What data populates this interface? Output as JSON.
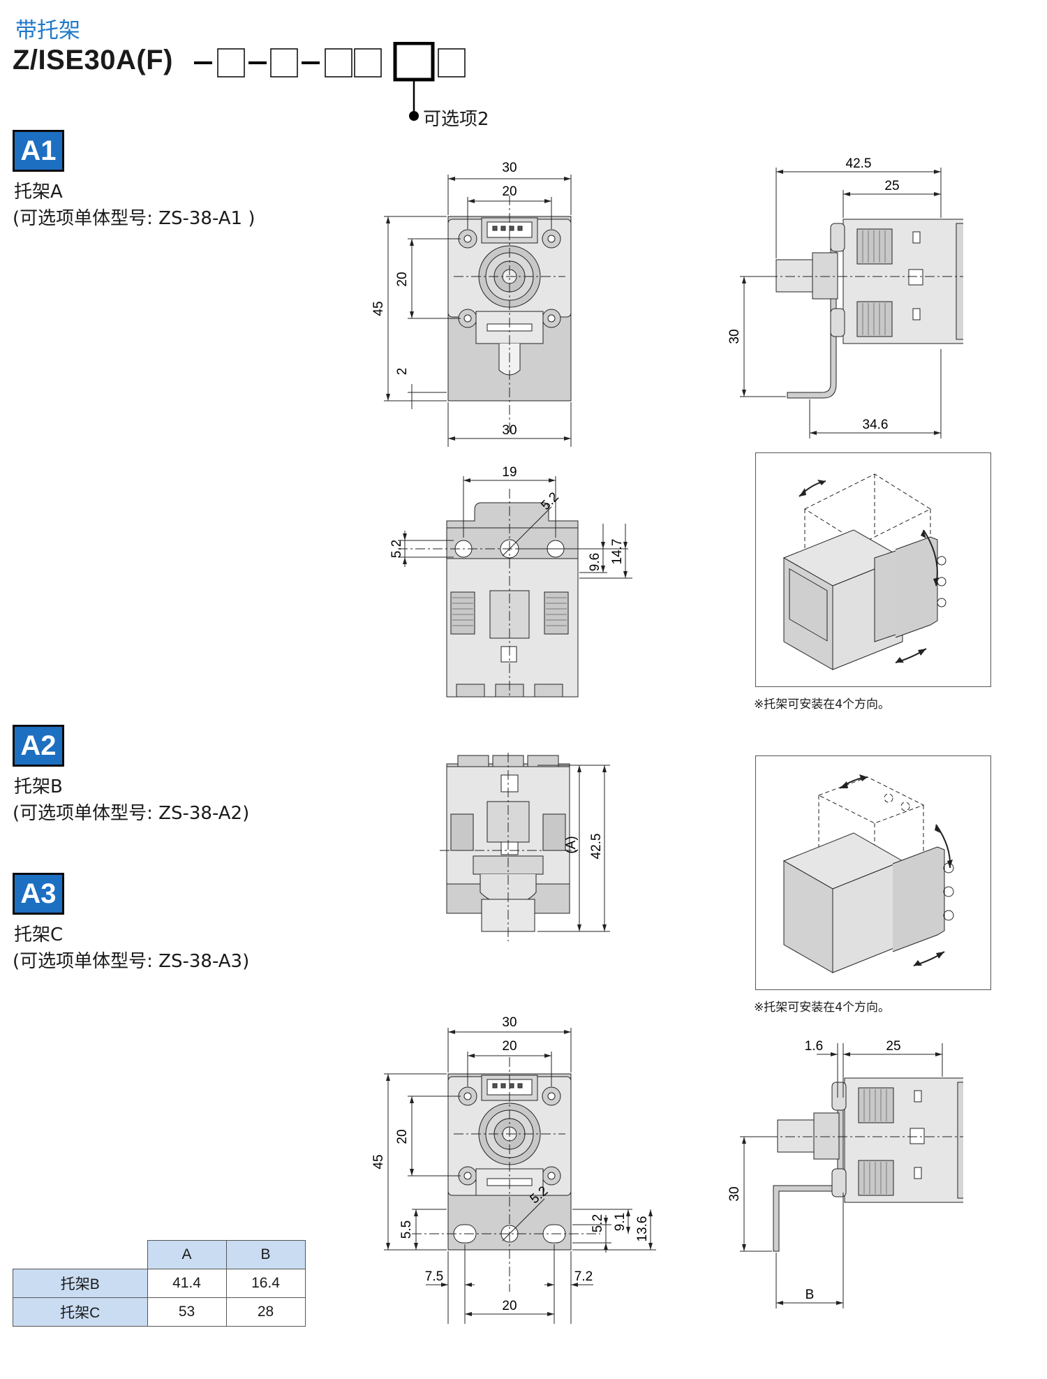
{
  "header": {
    "section_title": "带托架",
    "model": "Z/ISE30A(F)",
    "option_label": "可选项2"
  },
  "sections": [
    {
      "badge": "A1",
      "name": "托架A",
      "part": "(可选项单体型号: ZS-38-A1 )"
    },
    {
      "badge": "A2",
      "name": "托架B",
      "part": "(可选项单体型号: ZS-38-A2)"
    },
    {
      "badge": "A3",
      "name": "托架C",
      "part": "(可选项单体型号: ZS-38-A3)"
    }
  ],
  "notes": {
    "mount_note_1": "※托架可安装在4个方向。",
    "mount_note_2": "※托架可安装在4个方向。"
  },
  "dims": {
    "a1_front": {
      "w_top": "30",
      "w_inner": "20",
      "height": "45",
      "hole_pitch": "20",
      "bottom_gap": "2",
      "w_bottom": "30"
    },
    "a1_side": {
      "depth": "42.5",
      "body": "25",
      "height": "30",
      "base": "34.6"
    },
    "a1_top": {
      "slot_pitch": "19",
      "hole_dia": "5.2",
      "slot_w": "5.2",
      "off1": "9.6",
      "off2": "14.7"
    },
    "a2_top": {
      "a_label": "(A)",
      "depth": "42.5"
    },
    "a3_front": {
      "w_top": "30",
      "w_inner": "20",
      "height": "45",
      "hole_pitch": "20",
      "left_h": "5.5",
      "hole_dia": "5.2",
      "r1": "5.2",
      "r2": "9.1",
      "r3": "13.6",
      "left_off": "7.5",
      "right_off": "7.2",
      "bottom_w": "20"
    },
    "a3_side": {
      "thick": "1.6",
      "body": "25",
      "height": "30",
      "b_label": "B"
    }
  },
  "table": {
    "columns": [
      "A",
      "B"
    ],
    "rows": [
      {
        "name": "托架B",
        "a": "41.4",
        "b": "16.4"
      },
      {
        "name": "托架C",
        "a": "53",
        "b": "28"
      }
    ]
  },
  "colors": {
    "accent": "#1d6fc2",
    "part_fill": "#d4d4d4",
    "body_fill": "#e8e8e8",
    "table_header": "#c9dcf2"
  }
}
